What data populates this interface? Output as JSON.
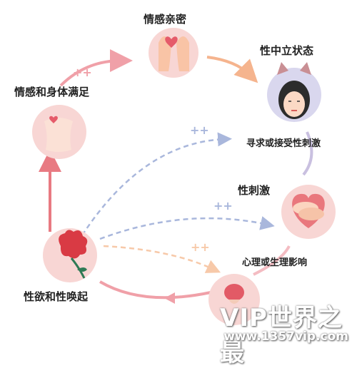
{
  "nodes": {
    "emotional_intimacy": "情感亲密",
    "sexual_neutral": "性中立状态",
    "seek_stimulus": "寻求或接受性刺激",
    "sexual_stimulus": "性刺激",
    "psych_effect": "心理或生理影响",
    "desire_arousal": "性欲和性唤起",
    "satisfaction": "情感和身体满足"
  },
  "plus_marks": [
    "++",
    "++",
    "++",
    "++"
  ],
  "watermark": {
    "logo": "VIP世界之最",
    "url": "www.1357vip.com"
  },
  "colors": {
    "arrow_pink": "#f0a0a8",
    "arrow_lavender": "#c9c0e0",
    "arrow_orange": "#f5b48e",
    "arrow_red": "#e87a82",
    "dash_blue": "#a9b7dc",
    "dash_peach": "#f7c9a9",
    "node_bg_pink": "#f8d6d4",
    "node_bg_lavender": "#d9d7ee"
  }
}
